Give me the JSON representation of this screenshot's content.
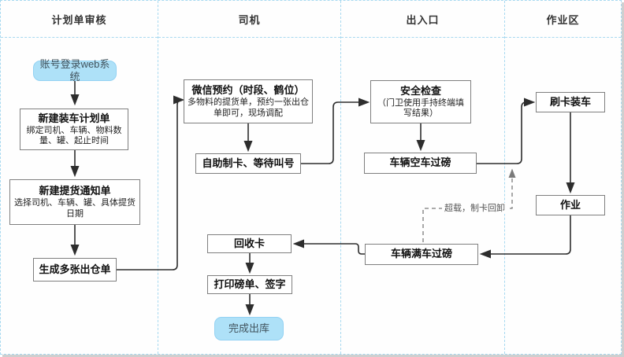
{
  "diagram": {
    "type": "swimlane-flowchart",
    "lanes": [
      {
        "label": "计划单审核"
      },
      {
        "label": "司机"
      },
      {
        "label": "出入口"
      },
      {
        "label": "作业区"
      }
    ],
    "nodes": {
      "login": {
        "title": "账号登录web系统"
      },
      "plan": {
        "title": "新建装车计划单",
        "desc": "绑定司机、车辆、物料数量、罐、起止时间"
      },
      "notice": {
        "title": "新建提货通知单",
        "desc": "选择司机、车辆、罐、具体提货日期"
      },
      "generate": {
        "title": "生成多张出仓单"
      },
      "wechat": {
        "title": "微信预约（时段、鹤位）",
        "desc": "多物料的提货单，预约一张出仓单即可，现场调配"
      },
      "selfcard": {
        "title": "自助制卡、等待叫号"
      },
      "recycle": {
        "title": "回收卡"
      },
      "print": {
        "title": "打印磅单、签字"
      },
      "finish": {
        "title": "完成出库"
      },
      "safety": {
        "title": "安全检查",
        "desc": "（门卫使用手持终端填写结果）"
      },
      "empty": {
        "title": "车辆空车过磅"
      },
      "full": {
        "title": "车辆满车过磅"
      },
      "swipe": {
        "title": "刷卡装车"
      },
      "work": {
        "title": "作业"
      }
    },
    "annotations": {
      "overload": "超载，制卡回卸"
    },
    "colors": {
      "lane_border": "#a7d9f0",
      "node_border": "#7f7f7f",
      "terminator_fill": "#aee1f8",
      "terminator_border": "#93d2f3",
      "arrow": "#2d2d2d",
      "dashed_arrow": "#7a7a7a"
    }
  }
}
